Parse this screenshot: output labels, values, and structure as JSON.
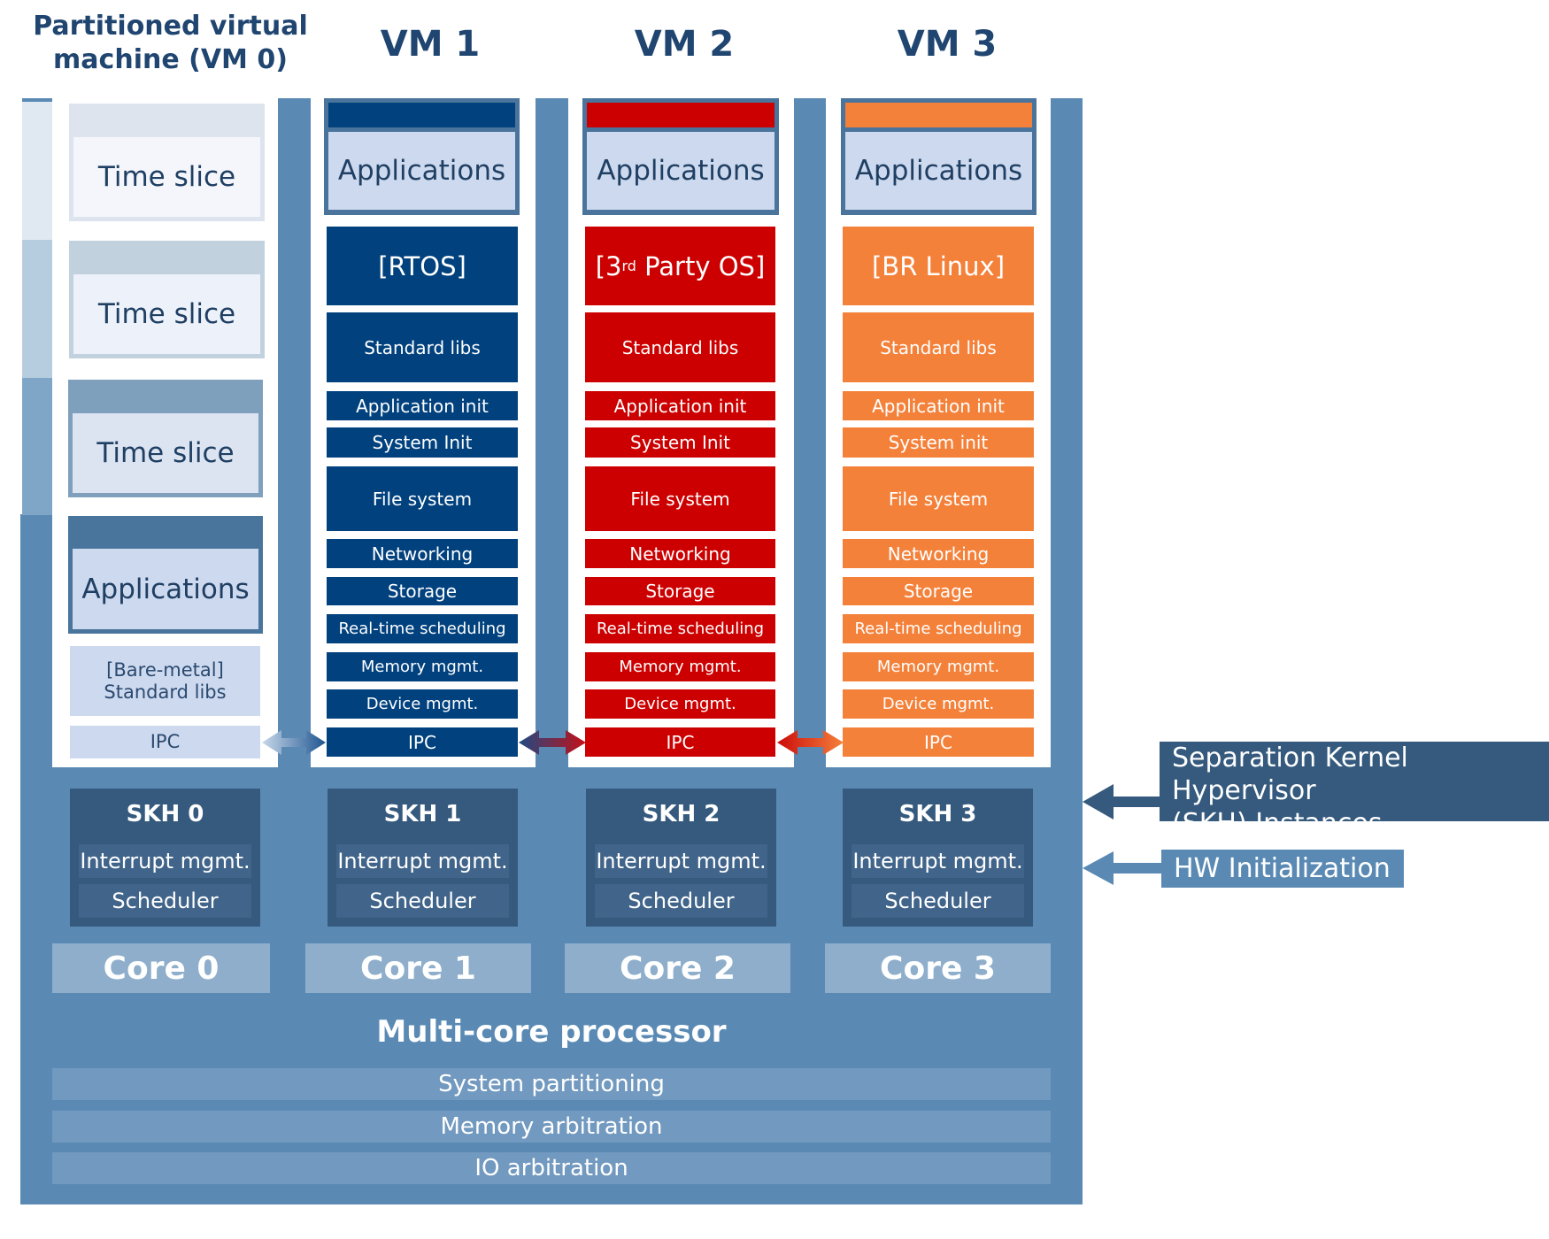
{
  "headers": {
    "vm0": "Partitioned virtual machine (VM 0)",
    "vm0_line1": "Partitioned virtual",
    "vm0_line2": "machine (VM 0)",
    "vm1": "VM 1",
    "vm2": "VM 2",
    "vm3": "VM 3"
  },
  "colors": {
    "vm1": "#00417e",
    "vm2": "#cc0000",
    "vm3": "#f4813a",
    "board": "#5a8ab4",
    "skh": "#355a7e",
    "title_text": "#1f4570"
  },
  "vm0": {
    "time_slices": [
      "Time slice",
      "Time slice",
      "Time slice"
    ],
    "applications": "Applications",
    "stdlibs_line1": "[Bare-metal]",
    "stdlibs_line2": "Standard libs",
    "ipc": "IPC"
  },
  "vms": [
    {
      "applications": "Applications",
      "os_prefix": "[RTOS]",
      "os_sup": "",
      "os_suffix": "",
      "layers": [
        "Standard libs",
        "Application init",
        "System Init",
        "File system",
        "Networking",
        "Storage",
        "Real-time scheduling",
        "Memory mgmt.",
        "Device mgmt.",
        "IPC"
      ]
    },
    {
      "applications": "Applications",
      "os_prefix": "[3",
      "os_sup": "rd",
      "os_suffix": " Party OS]",
      "layers": [
        "Standard libs",
        "Application init",
        "System Init",
        "File system",
        "Networking",
        "Storage",
        "Real-time scheduling",
        "Memory mgmt.",
        "Device mgmt.",
        "IPC"
      ]
    },
    {
      "applications": "Applications",
      "os_prefix": "[BR Linux]",
      "os_sup": "",
      "os_suffix": "",
      "layers": [
        "Standard libs",
        "Application init",
        "System init",
        "File system",
        "Networking",
        "Storage",
        "Real-time scheduling",
        "Memory mgmt.",
        "Device mgmt.",
        "IPC"
      ]
    }
  ],
  "skh": [
    {
      "title": "SKH 0",
      "interrupt": "Interrupt mgmt.",
      "scheduler": "Scheduler"
    },
    {
      "title": "SKH 1",
      "interrupt": "Interrupt mgmt.",
      "scheduler": "Scheduler"
    },
    {
      "title": "SKH 2",
      "interrupt": "Interrupt mgmt.",
      "scheduler": "Scheduler"
    },
    {
      "title": "SKH 3",
      "interrupt": "Interrupt mgmt.",
      "scheduler": "Scheduler"
    }
  ],
  "cores": [
    "Core 0",
    "Core 1",
    "Core 2",
    "Core 3"
  ],
  "processor": {
    "title": "Multi-core processor",
    "bars": [
      "System partitioning",
      "Memory arbitration",
      "IO arbitration"
    ]
  },
  "callouts": {
    "skh_line1": "Separation Kernel Hypervisor",
    "skh_line2": "(SKH) Instances",
    "hw_init": "HW Initialization"
  }
}
